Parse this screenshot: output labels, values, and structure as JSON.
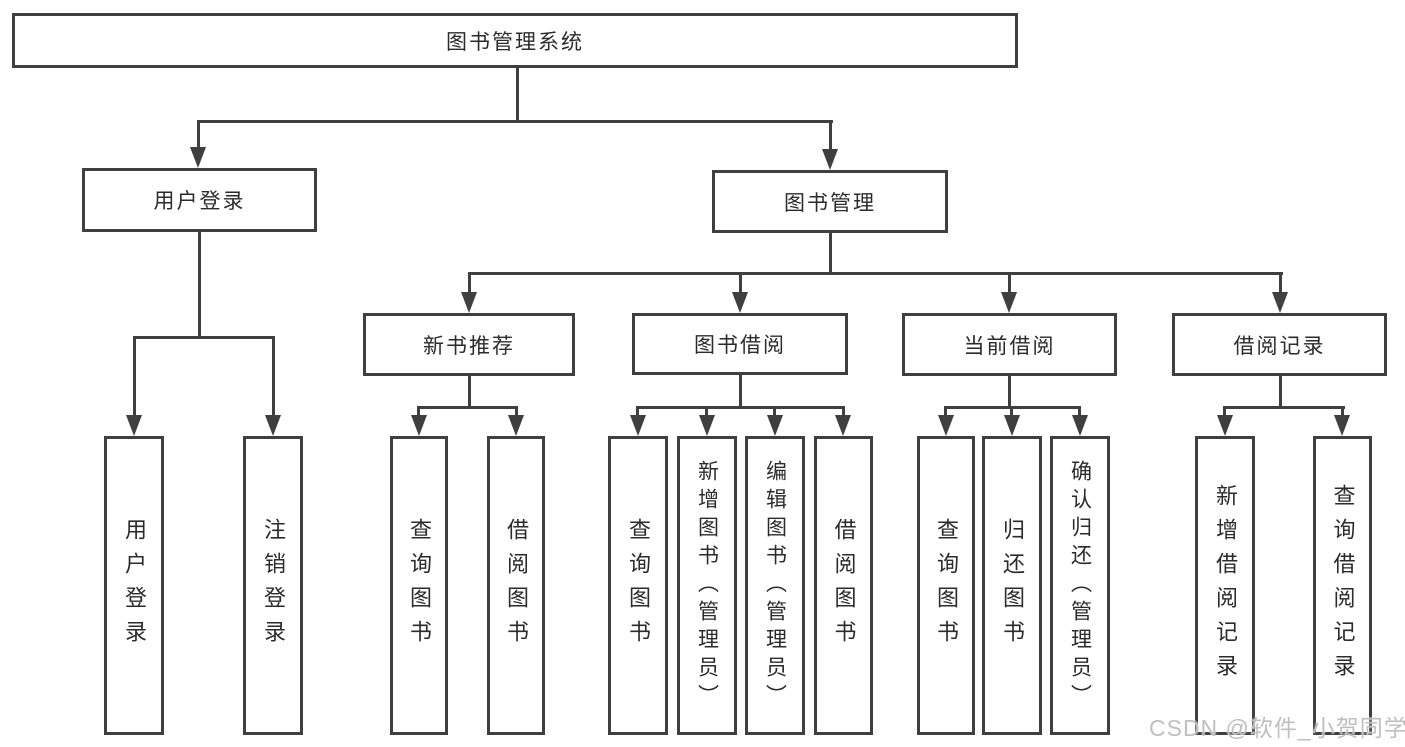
{
  "tree": {
    "root": {
      "label": "图书管理系统",
      "children": [
        {
          "label": "用户登录",
          "children": [
            {
              "label": "用户登录"
            },
            {
              "label": "注销登录"
            }
          ]
        },
        {
          "label": "图书管理",
          "children": [
            {
              "label": "新书推荐",
              "children": [
                {
                  "label": "查询图书"
                },
                {
                  "label": "借阅图书"
                }
              ]
            },
            {
              "label": "图书借阅",
              "children": [
                {
                  "label": "查询图书"
                },
                {
                  "label": "新增图书（管理员）"
                },
                {
                  "label": "编辑图书（管理员）"
                },
                {
                  "label": "借阅图书"
                }
              ]
            },
            {
              "label": "当前借阅",
              "children": [
                {
                  "label": "查询图书"
                },
                {
                  "label": "归还图书"
                },
                {
                  "label": "确认归还（管理员）"
                }
              ]
            },
            {
              "label": "借阅记录",
              "children": [
                {
                  "label": "新增借阅记录"
                },
                {
                  "label": "查询借阅记录"
                }
              ]
            }
          ]
        }
      ]
    }
  },
  "watermark": "CSDN @软件_小贺同学",
  "colors": {
    "line": "#3f3f3f",
    "text": "#2b2b2b",
    "background": "#ffffff",
    "watermark": "#bfbfbf"
  }
}
